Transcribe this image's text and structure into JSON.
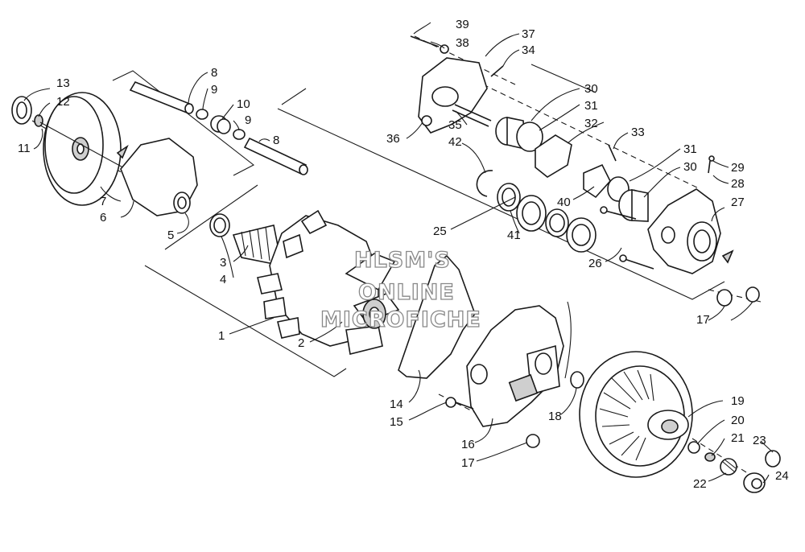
{
  "watermark": {
    "lines": [
      "HLSM'S",
      "ONLINE",
      "MICROFICHE"
    ]
  },
  "callouts": {
    "n1": "1",
    "n2": "2",
    "n3": "3",
    "n4": "4",
    "n5": "5",
    "n6": "6",
    "n7": "7",
    "n8a": "8",
    "n8b": "8",
    "n9a": "9",
    "n9b": "9",
    "n10": "10",
    "n11": "11",
    "n12": "12",
    "n13": "13",
    "n14": "14",
    "n15": "15",
    "n16": "16",
    "n17a": "17",
    "n17b": "17",
    "n18": "18",
    "n19": "19",
    "n20": "20",
    "n21": "21",
    "n22": "22",
    "n23": "23",
    "n24": "24",
    "n25": "25",
    "n26": "26",
    "n27": "27",
    "n28": "28",
    "n29": "29",
    "n30a": "30",
    "n30b": "30",
    "n31a": "31",
    "n31b": "31",
    "n32": "32",
    "n33": "33",
    "n34": "34",
    "n35": "35",
    "n36": "36",
    "n37": "37",
    "n38": "38",
    "n39": "39",
    "n40": "40",
    "n41": "41",
    "n42": "42"
  },
  "colors": {
    "line": "#1a1a1a",
    "watermark_outline": "#888888",
    "background": "#ffffff"
  }
}
